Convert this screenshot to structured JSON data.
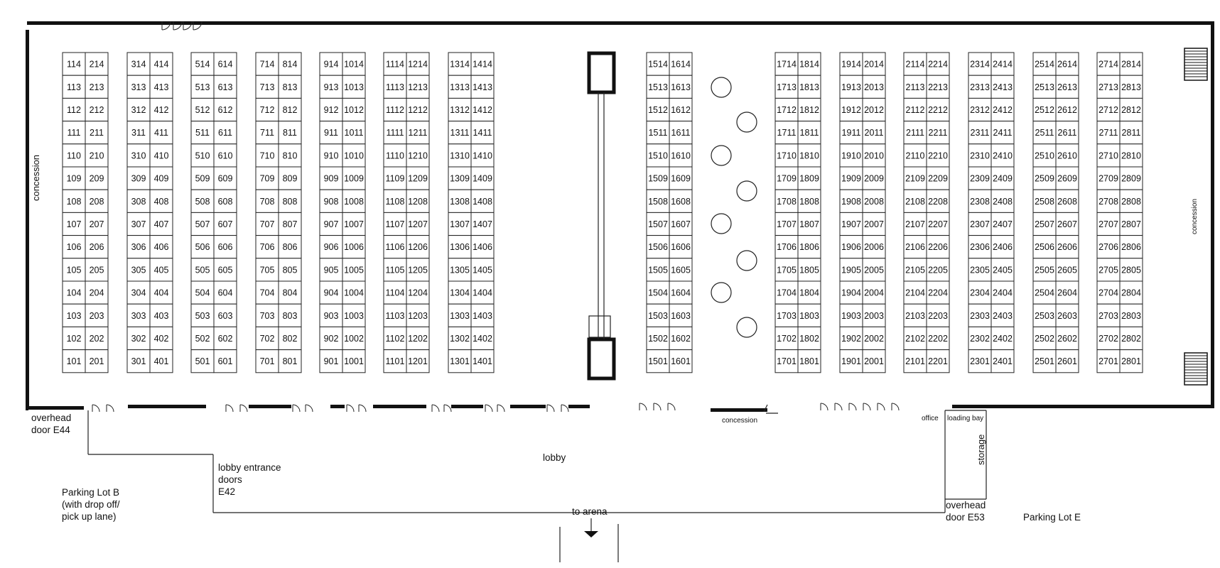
{
  "booth_columns": [
    {
      "col": 0,
      "numbers": [
        "114",
        "113",
        "112",
        "111",
        "110",
        "109",
        "108",
        "107",
        "106",
        "105",
        "104",
        "103",
        "102",
        "101"
      ]
    },
    {
      "col": 1,
      "numbers": [
        "214",
        "213",
        "212",
        "211",
        "210",
        "209",
        "208",
        "207",
        "206",
        "205",
        "204",
        "203",
        "202",
        "201"
      ]
    },
    {
      "col": 2,
      "numbers": [
        "314",
        "313",
        "312",
        "311",
        "310",
        "309",
        "308",
        "307",
        "306",
        "305",
        "304",
        "303",
        "302",
        "301"
      ]
    },
    {
      "col": 3,
      "numbers": [
        "414",
        "413",
        "412",
        "411",
        "410",
        "409",
        "408",
        "407",
        "406",
        "405",
        "404",
        "403",
        "402",
        "401"
      ]
    },
    {
      "col": 4,
      "numbers": [
        "514",
        "513",
        "512",
        "511",
        "510",
        "509",
        "508",
        "507",
        "506",
        "505",
        "504",
        "503",
        "502",
        "501"
      ]
    },
    {
      "col": 5,
      "numbers": [
        "614",
        "613",
        "612",
        "611",
        "610",
        "609",
        "608",
        "607",
        "606",
        "605",
        "604",
        "603",
        "602",
        "601"
      ]
    },
    {
      "col": 6,
      "numbers": [
        "714",
        "713",
        "712",
        "711",
        "710",
        "709",
        "708",
        "707",
        "706",
        "705",
        "704",
        "703",
        "702",
        "701"
      ]
    },
    {
      "col": 7,
      "numbers": [
        "814",
        "813",
        "812",
        "811",
        "810",
        "809",
        "808",
        "807",
        "806",
        "805",
        "804",
        "803",
        "802",
        "801"
      ]
    },
    {
      "col": 8,
      "numbers": [
        "914",
        "913",
        "912",
        "911",
        "910",
        "909",
        "908",
        "907",
        "906",
        "905",
        "904",
        "903",
        "902",
        "901"
      ]
    },
    {
      "col": 9,
      "numbers": [
        "1014",
        "1013",
        "1012",
        "1011",
        "1010",
        "1009",
        "1008",
        "1007",
        "1006",
        "1005",
        "1004",
        "1003",
        "1002",
        "1001"
      ]
    },
    {
      "col": 10,
      "numbers": [
        "1114",
        "1113",
        "1112",
        "1111",
        "1110",
        "1109",
        "1108",
        "1107",
        "1106",
        "1105",
        "1104",
        "1103",
        "1102",
        "1101"
      ]
    },
    {
      "col": 11,
      "numbers": [
        "1214",
        "1213",
        "1212",
        "1211",
        "1210",
        "1209",
        "1208",
        "1207",
        "1206",
        "1205",
        "1204",
        "1203",
        "1202",
        "1201"
      ]
    },
    {
      "col": 12,
      "numbers": [
        "1314",
        "1313",
        "1312",
        "1311",
        "1310",
        "1309",
        "1308",
        "1307",
        "1306",
        "1305",
        "1304",
        "1303",
        "1302",
        "1301"
      ]
    },
    {
      "col": 13,
      "numbers": [
        "1414",
        "1413",
        "1412",
        "1411",
        "1410",
        "1409",
        "1408",
        "1407",
        "1406",
        "1405",
        "1404",
        "1403",
        "1402",
        "1401"
      ]
    },
    {
      "col": 14,
      "numbers": [
        "1514",
        "1513",
        "1512",
        "1511",
        "1510",
        "1509",
        "1508",
        "1507",
        "1506",
        "1505",
        "1504",
        "1503",
        "1502",
        "1501"
      ]
    },
    {
      "col": 15,
      "numbers": [
        "1614",
        "1613",
        "1612",
        "1611",
        "1610",
        "1609",
        "1608",
        "1607",
        "1606",
        "1605",
        "1604",
        "1603",
        "1602",
        "1601"
      ]
    },
    {
      "col": 16,
      "numbers": [
        "1714",
        "1713",
        "1712",
        "1711",
        "1710",
        "1709",
        "1708",
        "1707",
        "1706",
        "1705",
        "1704",
        "1703",
        "1702",
        "1701"
      ]
    },
    {
      "col": 17,
      "numbers": [
        "1814",
        "1813",
        "1812",
        "1811",
        "1810",
        "1809",
        "1808",
        "1807",
        "1806",
        "1805",
        "1804",
        "1803",
        "1802",
        "1801"
      ]
    },
    {
      "col": 18,
      "numbers": [
        "1914",
        "1913",
        "1912",
        "1911",
        "1910",
        "1909",
        "1908",
        "1907",
        "1906",
        "1905",
        "1904",
        "1903",
        "1902",
        "1901"
      ]
    },
    {
      "col": 19,
      "numbers": [
        "2014",
        "2013",
        "2012",
        "2011",
        "2010",
        "2009",
        "2008",
        "2007",
        "2006",
        "2005",
        "2004",
        "2003",
        "2002",
        "2001"
      ]
    },
    {
      "col": 20,
      "numbers": [
        "2114",
        "2113",
        "2112",
        "2111",
        "2110",
        "2109",
        "2108",
        "2107",
        "2106",
        "2105",
        "2104",
        "2103",
        "2102",
        "2101"
      ]
    },
    {
      "col": 21,
      "numbers": [
        "2214",
        "2213",
        "2212",
        "2211",
        "2210",
        "2209",
        "2208",
        "2207",
        "2206",
        "2205",
        "2204",
        "2203",
        "2202",
        "2201"
      ]
    },
    {
      "col": 22,
      "numbers": [
        "2314",
        "2313",
        "2312",
        "2311",
        "2310",
        "2309",
        "2308",
        "2307",
        "2306",
        "2305",
        "2304",
        "2303",
        "2302",
        "2301"
      ]
    },
    {
      "col": 23,
      "numbers": [
        "2414",
        "2413",
        "2412",
        "2411",
        "2410",
        "2409",
        "2408",
        "2407",
        "2406",
        "2405",
        "2404",
        "2403",
        "2402",
        "2401"
      ]
    },
    {
      "col": 24,
      "numbers": [
        "2514",
        "2513",
        "2512",
        "2511",
        "2510",
        "2509",
        "2508",
        "2507",
        "2506",
        "2505",
        "2504",
        "2503",
        "2502",
        "2501"
      ]
    },
    {
      "col": 25,
      "numbers": [
        "2614",
        "2613",
        "2612",
        "2611",
        "2610",
        "2609",
        "2608",
        "2607",
        "2606",
        "2605",
        "2604",
        "2603",
        "2602",
        "2601"
      ]
    },
    {
      "col": 26,
      "numbers": [
        "2714",
        "2713",
        "2712",
        "2711",
        "2710",
        "2709",
        "2708",
        "2707",
        "2706",
        "2705",
        "2704",
        "2703",
        "2702",
        "2701"
      ]
    },
    {
      "col": 27,
      "numbers": [
        "2814",
        "2813",
        "2812",
        "2811",
        "2810",
        "2809",
        "2808",
        "2807",
        "2806",
        "2805",
        "2804",
        "2803",
        "2802",
        "2801"
      ]
    }
  ],
  "labels": {
    "concession_left": "concession",
    "concession_right": "concession",
    "concession_bottom": "concession",
    "overhead_door_e44": "overhead\ndoor E44",
    "lobby_entrance": "lobby entrance\ndoors\nE42",
    "lobby": "lobby",
    "parking_lot_b": "Parking Lot B\n(with drop off/\npick up lane)",
    "to_arena": "to arena",
    "office": "office",
    "loading_bay": "loading bay",
    "storage": "storage",
    "overhead_door_e53": "overhead\ndoor E53",
    "parking_lot_e": "Parking Lot E"
  },
  "colors": {
    "wall": "#111111",
    "booth_stroke": "#222222",
    "background": "#ffffff"
  }
}
